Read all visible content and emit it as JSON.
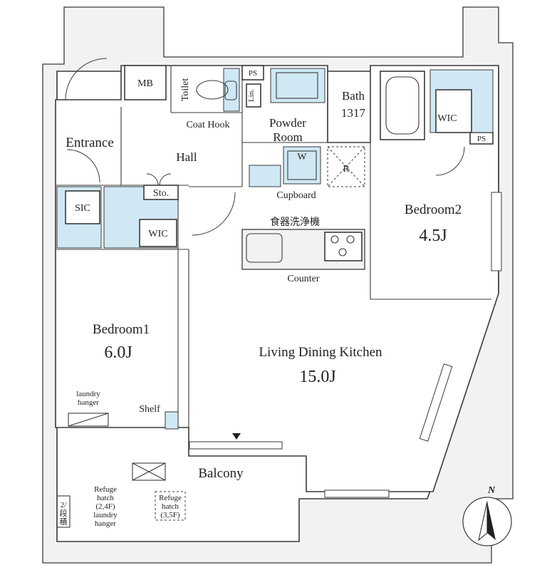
{
  "labels": {
    "mb": "MB",
    "ps_top": "PS",
    "ps_right": "PS",
    "toilet": "Toilet",
    "lin": "Lin.",
    "powder_room_1": "Powder",
    "powder_room_2": "Room",
    "washer": "W",
    "refrigerator": "R",
    "bath": "Bath",
    "bath_size": "1317",
    "wic_right": "WIC",
    "wic_left": "WIC",
    "sic": "SIC",
    "sto": "Sto.",
    "cupboard": "Cupboard",
    "dishwasher": "食器洗浄機",
    "counter": "Counter",
    "shelf": "Shelf",
    "laundry_hanger_1": "laundry",
    "laundry_hanger_2": "hanger",
    "balcony": "Balcony",
    "stair_1": "2/",
    "stair_2": "段",
    "stair_3": "積",
    "refuge_left_1": "Refuge",
    "refuge_left_2": "hatch",
    "refuge_left_3": "(2,4F)",
    "laundry_balcony_1": "laundry",
    "laundry_balcony_2": "hanger",
    "refuge_right_1": "Refuge",
    "refuge_right_2": "hatch",
    "refuge_right_3": "(3,5F)",
    "entrance": "Entrance",
    "hall": "Hall",
    "coat_hook": "Coat Hook",
    "bedroom1": "Bedroom1",
    "bedroom1_size": "6.0J",
    "bedroom2": "Bedroom2",
    "bedroom2_size": "4.5J",
    "ldk": "Living Dining Kitchen",
    "ldk_size": "15.0J",
    "north": "N"
  },
  "colors": {
    "wall_stroke": "#3a3a3a",
    "closet_fill": "#cfe8f4",
    "structure_fill": "#f2f2f2",
    "text": "#231f20"
  }
}
